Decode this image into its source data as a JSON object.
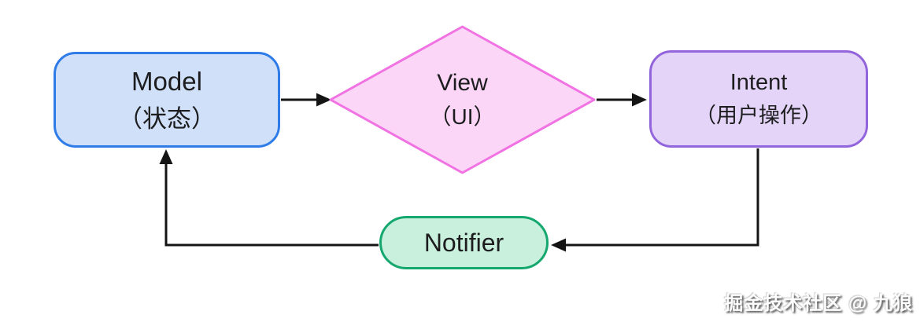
{
  "diagram": {
    "background": "#ffffff",
    "text_color": "#1d1d1f",
    "arrow_color": "#141414",
    "nodes": {
      "model": {
        "shape": "rounded-rect",
        "title": "Model",
        "subtitle": "（状态）",
        "fill": "#cfe0f8",
        "border": "#2f7ce9"
      },
      "view": {
        "shape": "diamond",
        "title": "View",
        "subtitle": "（UI）",
        "fill": "#fcd6f7",
        "border": "#f172e2"
      },
      "intent": {
        "shape": "rounded-rect",
        "title": "Intent",
        "subtitle": "（用户操作）",
        "fill": "#e4d4f8",
        "border": "#9365dd"
      },
      "notifier": {
        "shape": "pill",
        "title": "Notifier",
        "fill": "#c8f0dc",
        "border": "#14a76e"
      }
    },
    "edges": [
      {
        "from": "model",
        "to": "view"
      },
      {
        "from": "view",
        "to": "intent"
      },
      {
        "from": "intent",
        "to": "notifier"
      },
      {
        "from": "notifier",
        "to": "model"
      }
    ],
    "watermark": "掘金技术社区 @ 九狼"
  }
}
